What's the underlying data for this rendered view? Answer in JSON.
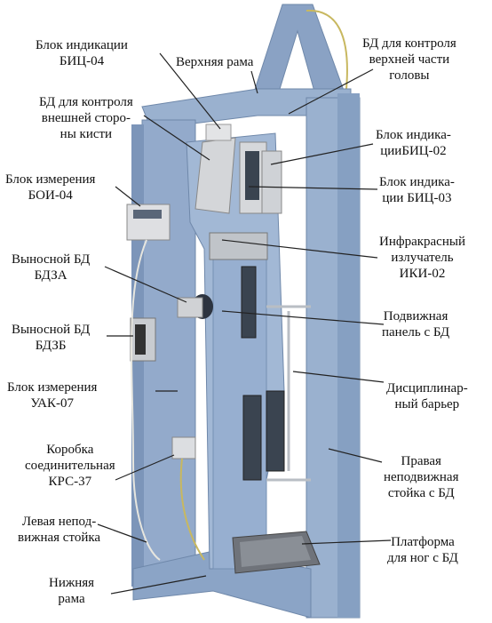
{
  "labels": {
    "biц04": "Блок индикации\nБИЦ-04",
    "top_frame": "Верхняя рама",
    "bd_head": "БД для контроля\nверхней части\nголовы",
    "bd_hand": "БД для контроля\nвнешней сторо-\nны кисти",
    "biц02": "Блок индика-\nцииБИЦ-02",
    "boi04": "Блок измерения\nБОИ-04",
    "biц03": "Блок индика-\nции БИЦ-03",
    "iki02": "Инфракрасный\nизлучатель\nИКИ-02",
    "bdza": "Выносной БД\nБДЗА",
    "panel": "Подвижная\nпанель с БД",
    "bdzb": "Выносной БД\nБДЗБ",
    "uak07": "Блок измерения\nУАК-07",
    "barrier": "Дисциплинар-\nный барьер",
    "krs37": "Коробка\nсоединительная\nКРС-37",
    "right_post": "Правая\nнеподвижная\nстойка с БД",
    "left_post": "Левая непод-\nвижная стойка",
    "platform": "Платформа\nдля ног с БД",
    "bottom_frame": "Нижняя\nрама"
  },
  "colors": {
    "frame": "#8fa8c8",
    "frame_dark": "#6f88aa",
    "frame_light": "#b3c6df",
    "metal": "#c9ccd0",
    "leader": "#222222"
  }
}
